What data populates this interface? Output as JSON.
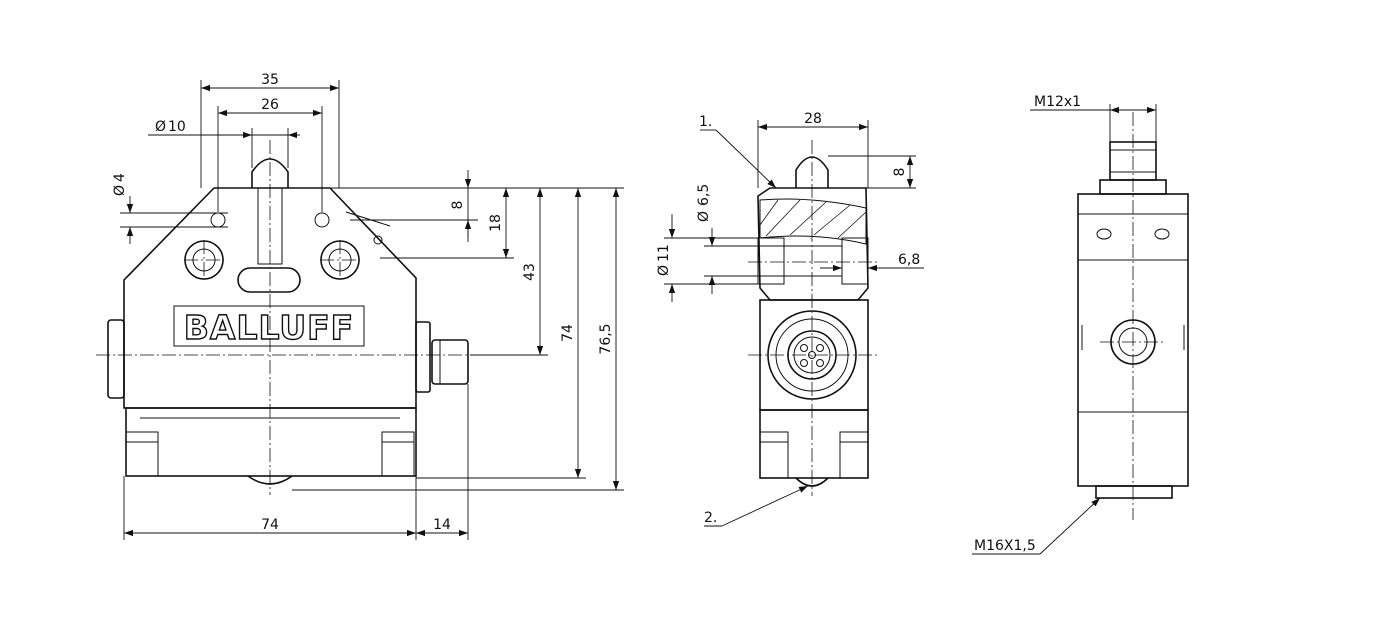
{
  "front_view": {
    "logo": "BALLUFF",
    "dims": {
      "width_35": "35",
      "width_26": "26",
      "dia_10": "10",
      "dia_4": "4",
      "h_8": "8",
      "h_18": "18",
      "h_43": "43",
      "h_74": "74",
      "h_76_5": "76,5",
      "w_74": "74",
      "w_14": "14"
    }
  },
  "side_view": {
    "callout_1": "1.",
    "callout_2": "2.",
    "dims": {
      "width_28": "28",
      "h_8": "8",
      "dia_6_5": "6,5",
      "dia_11": "11",
      "w_6_8": "6,8"
    }
  },
  "rear_view": {
    "thread_top": "M12x1",
    "thread_bottom": "M16X1,5"
  },
  "symbols": {
    "diameter": "Ø"
  }
}
